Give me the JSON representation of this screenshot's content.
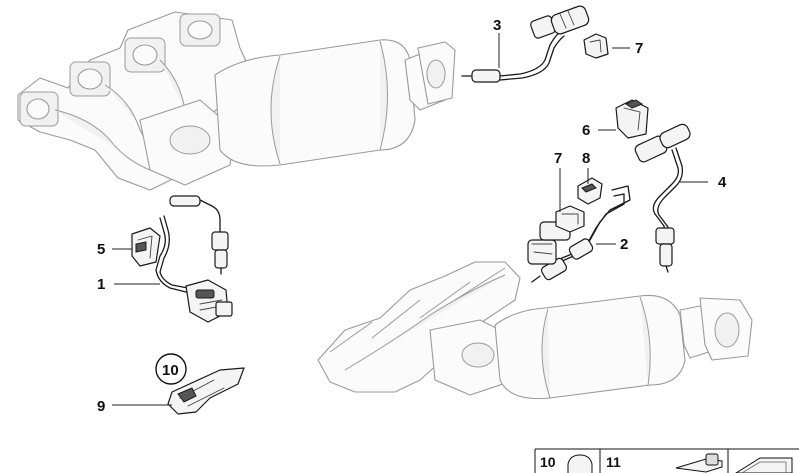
{
  "callouts": {
    "c1": "1",
    "c2": "2",
    "c3": "3",
    "c4": "4",
    "c5": "5",
    "c6": "6",
    "c7a": "7",
    "c7b": "7",
    "c8": "8",
    "c9": "9",
    "c10": "10"
  },
  "legend": {
    "item_a": "10",
    "item_b": "11"
  },
  "colors": {
    "line": "#1a1a1a",
    "ghost": "#9a9a9a"
  }
}
